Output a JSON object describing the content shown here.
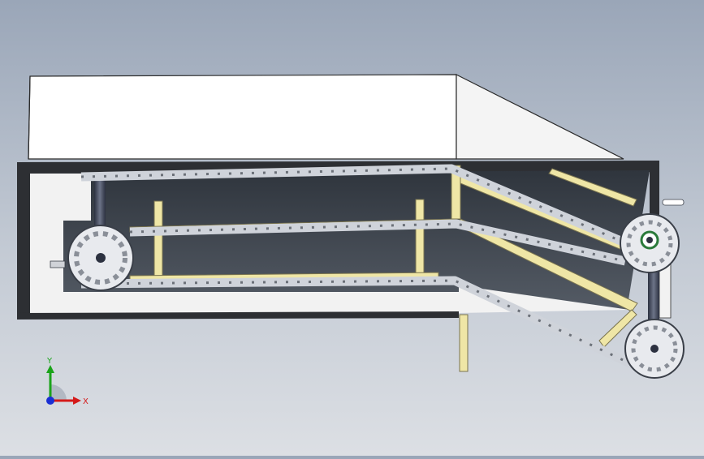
{
  "viewport": {
    "background_top": "#9aa6b8",
    "background_bottom": "#dcdfe4"
  },
  "model": {
    "description_icon": "chain-conveyor-3d-model",
    "colors": {
      "housing_face": "#ffffff",
      "housing_edge": "#2b2b2b",
      "back_panel": "#3f4650",
      "chain": "#cfd3da",
      "chain_link": "#6b7078",
      "guide_rail": "#efe6a6",
      "shaft": "#4a5060",
      "sprocket": "#e8eaee"
    }
  },
  "triad": {
    "y_label": "Y",
    "x_label": "X",
    "y_color": "#1aa31a",
    "x_color": "#d41a1a",
    "z_color": "#1a2fd4"
  }
}
